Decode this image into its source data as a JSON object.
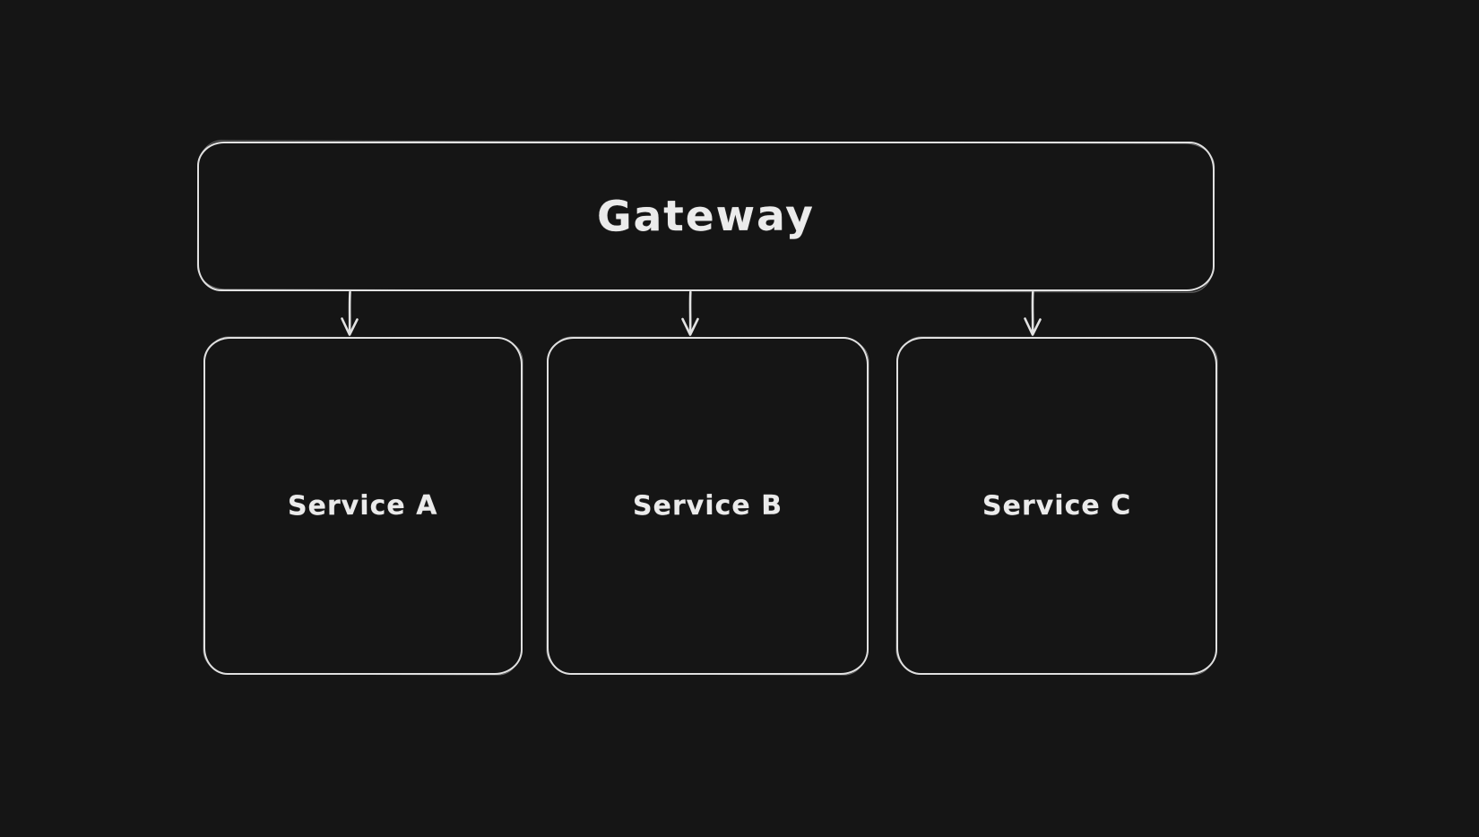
{
  "diagram": {
    "style": "excalidraw-hand-drawn",
    "background_color": "#151515",
    "stroke_color": "#e2e2e2",
    "text_color": "#ebebeb",
    "nodes": [
      {
        "id": "gateway",
        "label": "Gateway",
        "shape": "rounded-rectangle"
      },
      {
        "id": "service-a",
        "label": "Service A",
        "shape": "rounded-rectangle"
      },
      {
        "id": "service-b",
        "label": "Service B",
        "shape": "rounded-rectangle"
      },
      {
        "id": "service-c",
        "label": "Service C",
        "shape": "rounded-rectangle"
      }
    ],
    "edges": [
      {
        "from": "Gateway",
        "to": "Service A",
        "type": "arrow-down"
      },
      {
        "from": "Gateway",
        "to": "Service B",
        "type": "arrow-down"
      },
      {
        "from": "Gateway",
        "to": "Service C",
        "type": "arrow-down"
      }
    ]
  }
}
